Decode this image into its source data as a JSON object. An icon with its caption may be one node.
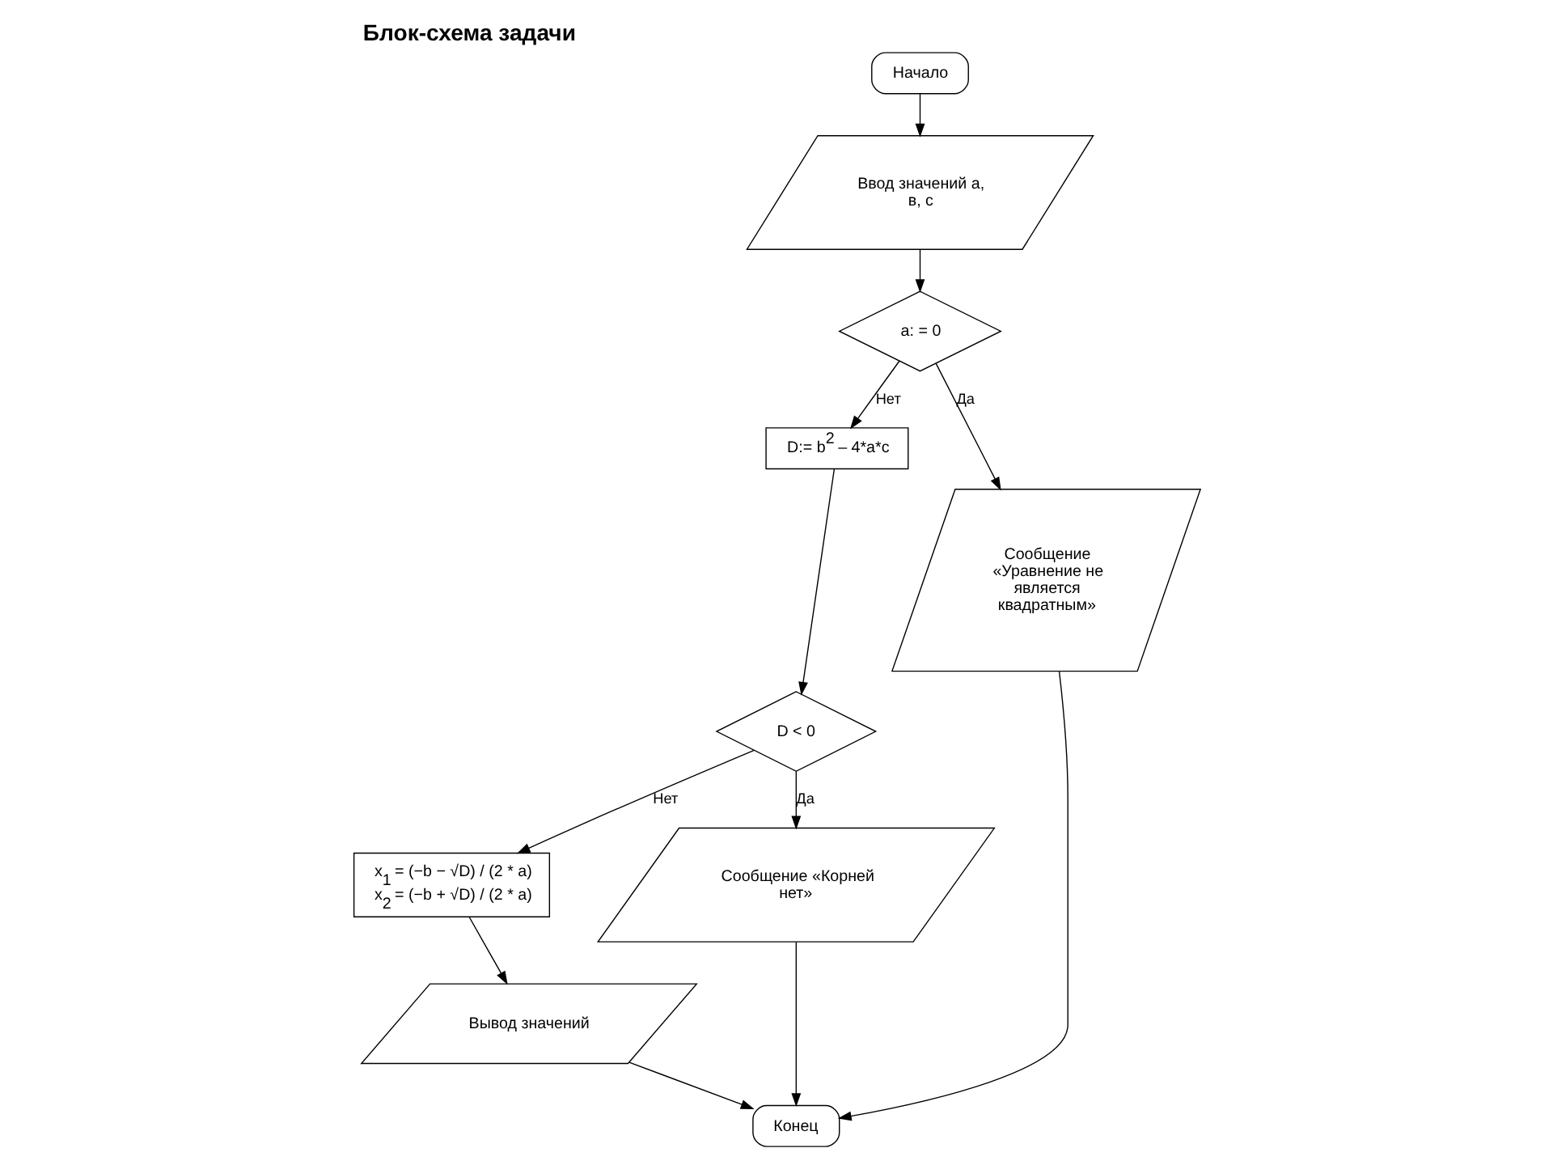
{
  "diagram": {
    "title": "Блок-схема задачи",
    "nodes": [
      {
        "text": [
          "Начало"
        ]
      },
      {
        "text": [
          "Ввод значений а, в, с"
        ]
      },
      {
        "text": [
          "a: = 0"
        ]
      },
      {
        "text": [
          "D:= b$^{2}$ – 4*a*c"
        ]
      },
      {
        "text": [
          "D < 0"
        ]
      },
      {
        "text": [
          "Сообщение «Уравнение не является квадратным»"
        ]
      },
      {
        "text": [
          "x$_{1}$ = (−b − √D) / (2 * a)",
          "x$_{2}$ = (−b + √D) / (2 * a)"
        ]
      },
      {
        "text": [
          "Сообщение «Корней нет»"
        ]
      },
      {
        "text": [
          "Вывод значений"
        ]
      },
      {
        "text": [
          "Конец"
        ]
      }
    ],
    "edges": [
      {
        "from": 0,
        "to": 1,
        "arrow": "to"
      },
      {
        "from": 1,
        "to": 2,
        "arrow": "to"
      },
      {
        "from": 2,
        "to": 3,
        "arrow": "to",
        "label": "Нет"
      },
      {
        "from": 2,
        "to": 5,
        "arrow": "to",
        "label": "Да"
      },
      {
        "from": 3,
        "to": 4,
        "arrow": "to"
      },
      {
        "from": 4,
        "to": 6,
        "arrow": "to",
        "label": "Нет"
      },
      {
        "from": 4,
        "to": 7,
        "arrow": "to",
        "label": "Да"
      },
      {
        "from": 6,
        "to": 8,
        "arrow": "to"
      },
      {
        "from": 8,
        "to": 9,
        "arrow": "to"
      },
      {
        "from": 7,
        "to": 9,
        "arrow": "to"
      },
      {
        "from": 5,
        "to": 9,
        "arrow": "to"
      }
    ]
  }
}
